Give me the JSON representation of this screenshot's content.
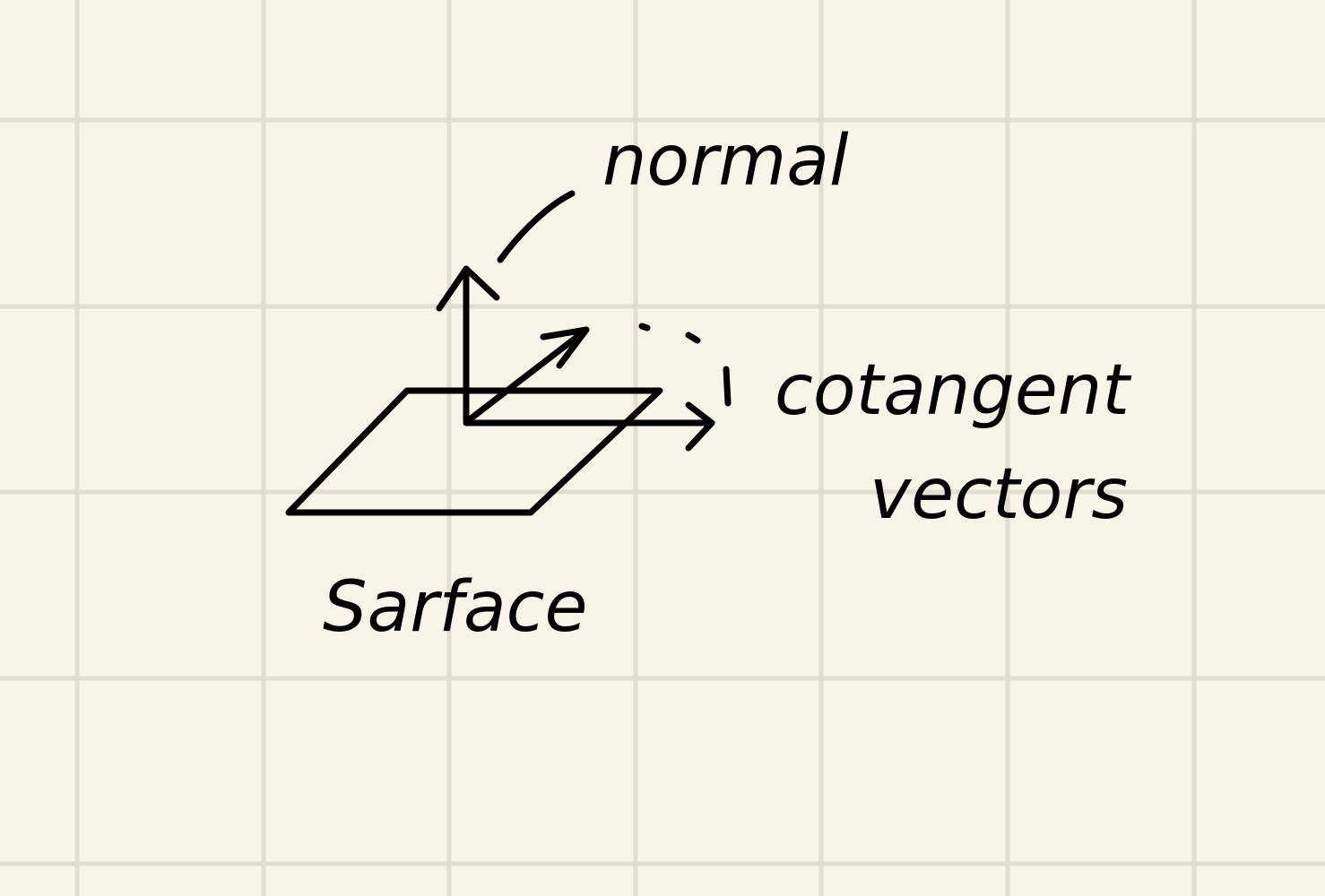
{
  "labels": {
    "normal": "normal",
    "cotangent_line1": "cotangent",
    "cotangent_line2": "vectors",
    "surface": "Sarface"
  }
}
